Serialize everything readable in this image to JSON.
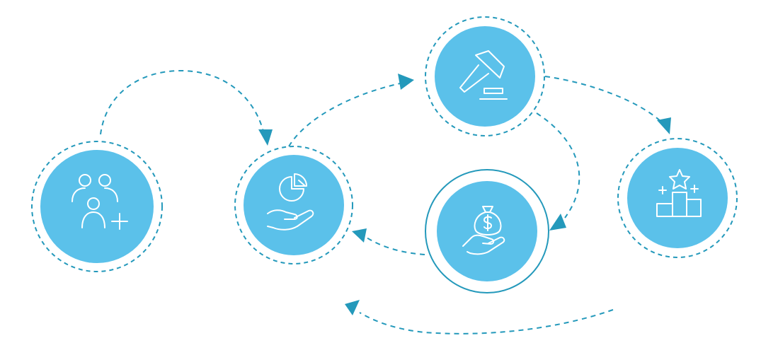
{
  "colors": {
    "node_fill": "#5bc1ea",
    "ring": "#2499bb",
    "connector": "#2499bb",
    "icon": "#ffffff",
    "background": "#ffffff"
  },
  "nodes": [
    {
      "id": "users",
      "icon": "add-users-icon",
      "ring_style": "dashed"
    },
    {
      "id": "invest",
      "icon": "pie-chart-hand-icon",
      "ring_style": "dashed"
    },
    {
      "id": "auction",
      "icon": "gavel-icon",
      "ring_style": "dashed"
    },
    {
      "id": "money",
      "icon": "money-bag-hand-icon",
      "ring_style": "solid"
    },
    {
      "id": "winners",
      "icon": "podium-star-icon",
      "ring_style": "dashed"
    }
  ],
  "edges": [
    {
      "from": "users",
      "to": "invest"
    },
    {
      "from": "invest",
      "to": "auction"
    },
    {
      "from": "auction",
      "to": "winners"
    },
    {
      "from": "auction",
      "to": "money"
    },
    {
      "from": "money",
      "to": "invest"
    },
    {
      "from": "winners",
      "to": "invest"
    }
  ]
}
